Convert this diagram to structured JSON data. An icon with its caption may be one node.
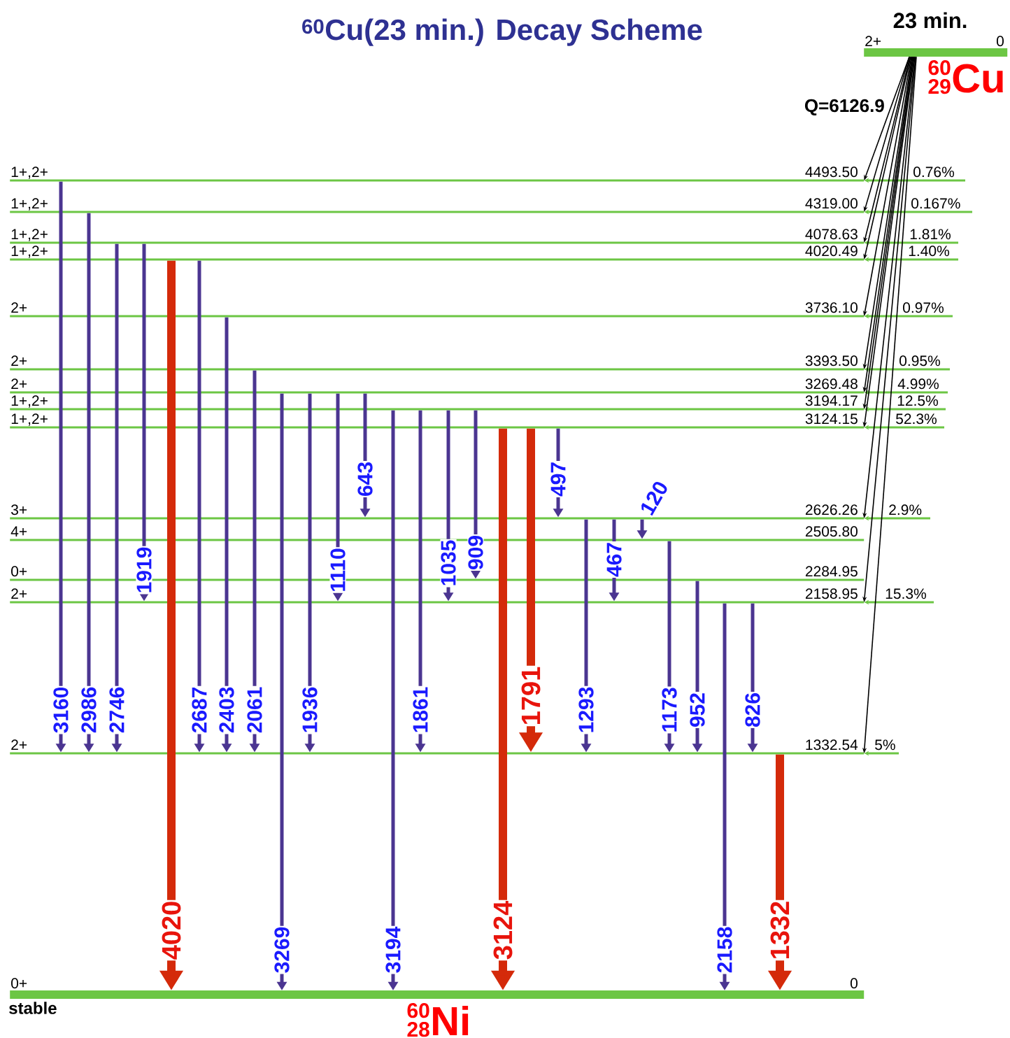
{
  "diagram": {
    "title": "$^{60}$Cu(23 min.) Decay Scheme",
    "nodes": [
      {
        "text": [
          "2+",
          "0"
        ],
        "beside": [
          "23 min.",
          "60",
          "29",
          "Cu"
        ]
      },
      {
        "text": [
          "1+,2+",
          "4493.50"
        ]
      },
      {
        "text": [
          "1+,2+",
          "4319.00"
        ]
      },
      {
        "text": [
          "1+,2+",
          "4078.63"
        ]
      },
      {
        "text": [
          "1+,2+",
          "4020.49"
        ]
      },
      {
        "text": [
          "2+",
          "3736.10"
        ]
      },
      {
        "text": [
          "2+",
          "3393.50"
        ]
      },
      {
        "text": [
          "2+",
          "3269.48"
        ]
      },
      {
        "text": [
          "1+,2+",
          "3194.17"
        ]
      },
      {
        "text": [
          "1+,2+",
          "3124.15"
        ]
      },
      {
        "text": [
          "3+",
          "2626.26"
        ]
      },
      {
        "text": [
          "4+",
          "2505.80"
        ]
      },
      {
        "text": [
          "0+",
          "2284.95"
        ]
      },
      {
        "text": [
          "2+",
          "2158.95"
        ]
      },
      {
        "text": [
          "2+",
          "1332.54"
        ]
      },
      {
        "text": [
          "0+",
          "0"
        ],
        "beside": [
          "stable",
          "60",
          "28",
          "Ni"
        ]
      }
    ],
    "edges": [
      {
        "from": 1,
        "to": 14,
        "arrow": "to",
        "label": "3160"
      },
      {
        "from": 2,
        "to": 14,
        "arrow": "to",
        "label": "2986"
      },
      {
        "from": 3,
        "to": 14,
        "arrow": "to",
        "label": "2746"
      },
      {
        "from": 3,
        "to": 13,
        "arrow": "to",
        "label": "1919"
      },
      {
        "from": 4,
        "to": 15,
        "arrow": "to",
        "label": "4020",
        "style": "thick",
        "color": "#d42a0a"
      },
      {
        "from": 4,
        "to": 14,
        "arrow": "to",
        "label": "2687"
      },
      {
        "from": 5,
        "to": 14,
        "arrow": "to",
        "label": "2403"
      },
      {
        "from": 6,
        "to": 14,
        "arrow": "to",
        "label": "2061"
      },
      {
        "from": 7,
        "to": 15,
        "arrow": "to",
        "label": "3269"
      },
      {
        "from": 7,
        "to": 14,
        "arrow": "to",
        "label": "1936"
      },
      {
        "from": 7,
        "to": 13,
        "arrow": "to",
        "label": "1110"
      },
      {
        "from": 7,
        "to": 10,
        "arrow": "to",
        "label": "643"
      },
      {
        "from": 8,
        "to": 15,
        "arrow": "to",
        "label": "3194"
      },
      {
        "from": 8,
        "to": 14,
        "arrow": "to",
        "label": "1861"
      },
      {
        "from": 8,
        "to": 13,
        "arrow": "to",
        "label": "1035"
      },
      {
        "from": 8,
        "to": 12,
        "arrow": "to",
        "label": "909"
      },
      {
        "from": 9,
        "to": 15,
        "arrow": "to",
        "label": "3124",
        "style": "thick",
        "color": "#d42a0a"
      },
      {
        "from": 9,
        "to": 14,
        "arrow": "to",
        "label": "1791",
        "style": "thick",
        "color": "#d42a0a"
      },
      {
        "from": 9,
        "to": 10,
        "arrow": "to",
        "label": "497"
      },
      {
        "from": 10,
        "to": 14,
        "arrow": "to",
        "label": "1293"
      },
      {
        "from": 10,
        "to": 13,
        "arrow": "to",
        "label": "467"
      },
      {
        "from": 10,
        "to": 11,
        "arrow": "to",
        "label": "120"
      },
      {
        "from": 11,
        "to": 14,
        "arrow": "to",
        "label": "1173"
      },
      {
        "from": 12,
        "to": 14,
        "arrow": "to",
        "label": "952"
      },
      {
        "from": 13,
        "to": 15,
        "arrow": "to",
        "label": "2158"
      },
      {
        "from": 13,
        "to": 14,
        "arrow": "to",
        "label": "826"
      },
      {
        "from": 14,
        "to": 15,
        "arrow": "to",
        "label": "1332",
        "style": "thick",
        "color": "#d42a0a"
      },
      {
        "from": 0,
        "to": 1,
        "arrow": "to",
        "label": "0.76%",
        "color": "#000000"
      },
      {
        "from": 0,
        "to": 2,
        "arrow": "to",
        "label": "0.167%",
        "color": "#000000"
      },
      {
        "from": 0,
        "to": 3,
        "arrow": "to",
        "label": "1.81%",
        "color": "#000000"
      },
      {
        "from": 0,
        "to": 4,
        "arrow": "to",
        "label": "1.40%",
        "color": "#000000"
      },
      {
        "from": 0,
        "to": 5,
        "arrow": "to",
        "label": "0.97%",
        "color": "#000000"
      },
      {
        "from": 0,
        "to": 6,
        "arrow": "to",
        "label": "0.95%",
        "color": "#000000"
      },
      {
        "from": 0,
        "to": 7,
        "arrow": "to",
        "label": "4.99%",
        "color": "#000000"
      },
      {
        "from": 0,
        "to": 8,
        "arrow": "to",
        "label": "12.5%",
        "color": "#000000"
      },
      {
        "from": 0,
        "to": 9,
        "arrow": "to",
        "label": "52.3%",
        "color": "#000000"
      },
      {
        "from": 0,
        "to": 10,
        "arrow": "to",
        "label": "2.9%",
        "color": "#000000"
      },
      {
        "from": 0,
        "to": 13,
        "arrow": "to",
        "label": "15.3%",
        "color": "#000000"
      },
      {
        "from": 0,
        "to": 14,
        "arrow": "to",
        "label": "5%",
        "color": "#000000"
      }
    ],
    "labels": [
      "Q=6126.9"
    ]
  }
}
